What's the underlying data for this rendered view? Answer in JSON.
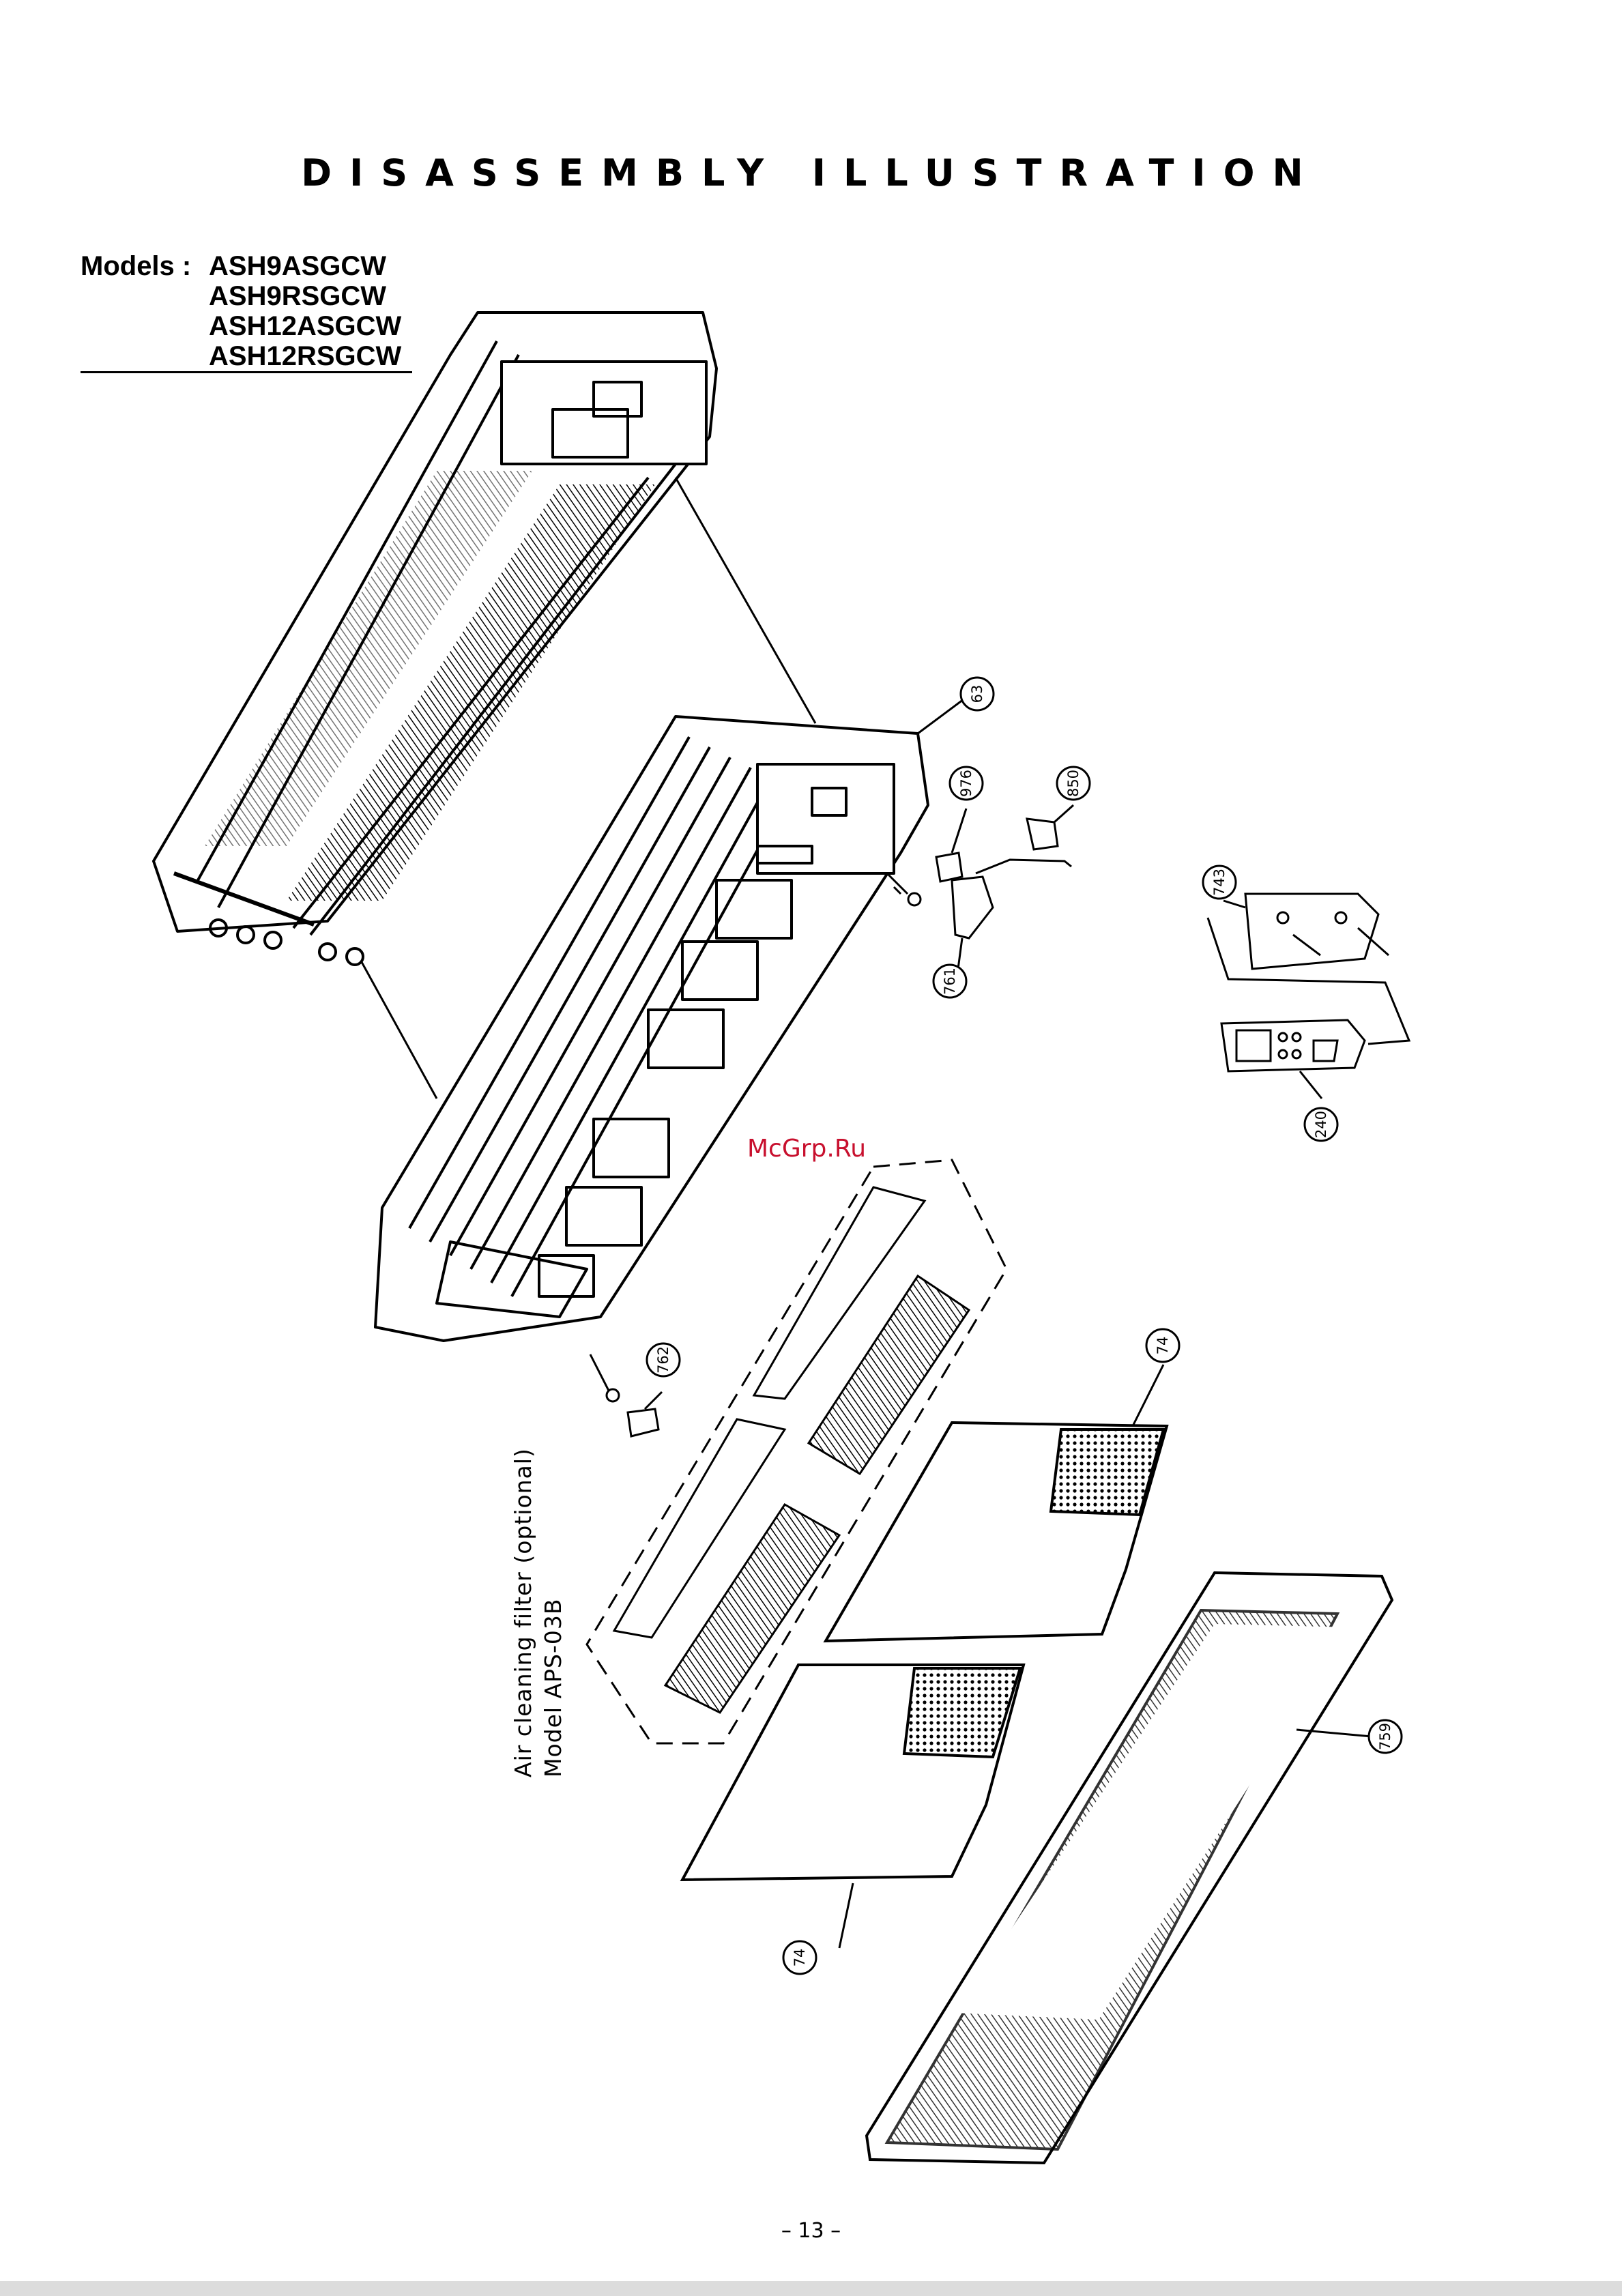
{
  "document": {
    "title": "DISASSEMBLY ILLUSTRATION",
    "models_label": "Models :",
    "models": [
      "ASH9ASGCW",
      "ASH9RSGCW",
      "ASH12ASGCW",
      "ASH12RSGCW"
    ],
    "page_number": "– 13 –",
    "watermark": "McGrp.Ru"
  },
  "diagram": {
    "part_labels": {
      "p63": "63",
      "p976": "976",
      "p850": "850",
      "p761": "761",
      "p743": "743",
      "p240": "240",
      "p762": "762",
      "p74_top": "74",
      "p74_bottom": "74",
      "p759": "759"
    },
    "optional_note": {
      "line1": "Air cleaning filter (optional)",
      "line2": "Model  APS-03B"
    }
  }
}
